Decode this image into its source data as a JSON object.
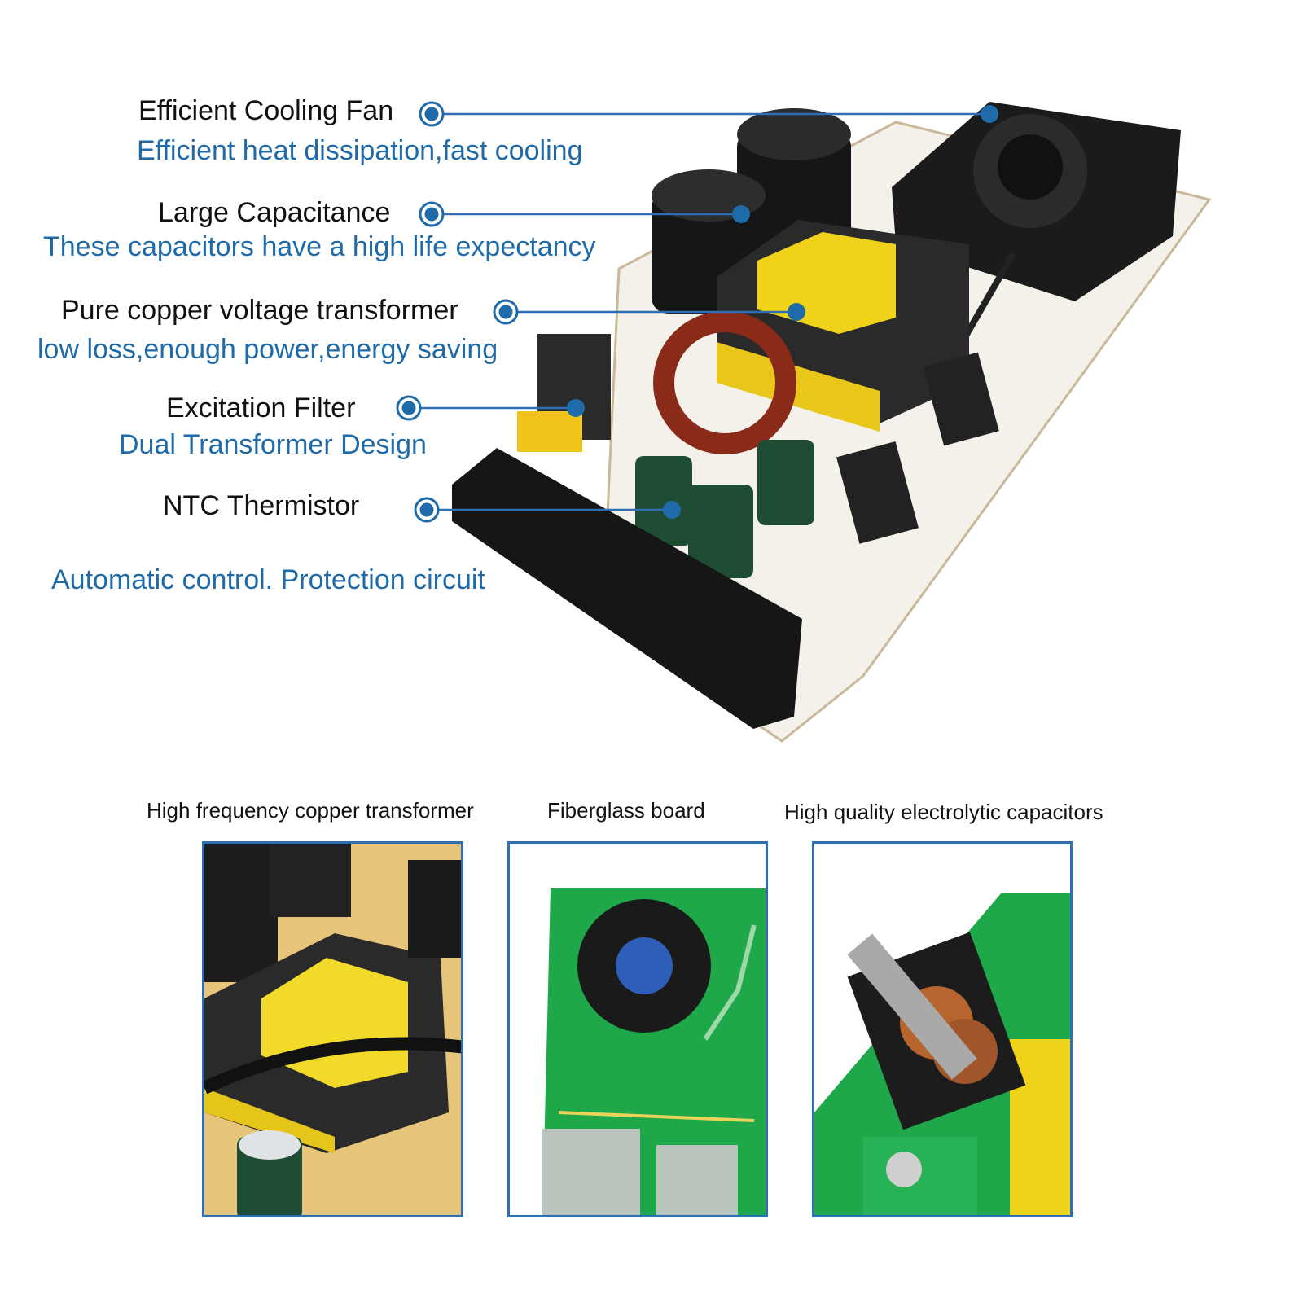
{
  "callouts": [
    {
      "title": "Efficient Cooling Fan",
      "subtitle": "Efficient heat dissipation,fast cooling"
    },
    {
      "title": "Large Capacitance",
      "subtitle": "These capacitors have a high life expectancy"
    },
    {
      "title": "Pure copper voltage transformer",
      "subtitle": "low loss,enough power,energy saving"
    },
    {
      "title": "Excitation Filter",
      "subtitle": "Dual Transformer Design"
    },
    {
      "title": "NTC Thermistor",
      "subtitle": "Automatic control. Protection circuit"
    }
  ],
  "panels": [
    {
      "label": "High frequency copper transformer"
    },
    {
      "label": "Fiberglass board"
    },
    {
      "label": "High quality electrolytic capacitors"
    }
  ],
  "colors": {
    "accent": "#1f6aa8",
    "line": "#2f6db5",
    "pcb_green": "#1fa84a"
  }
}
